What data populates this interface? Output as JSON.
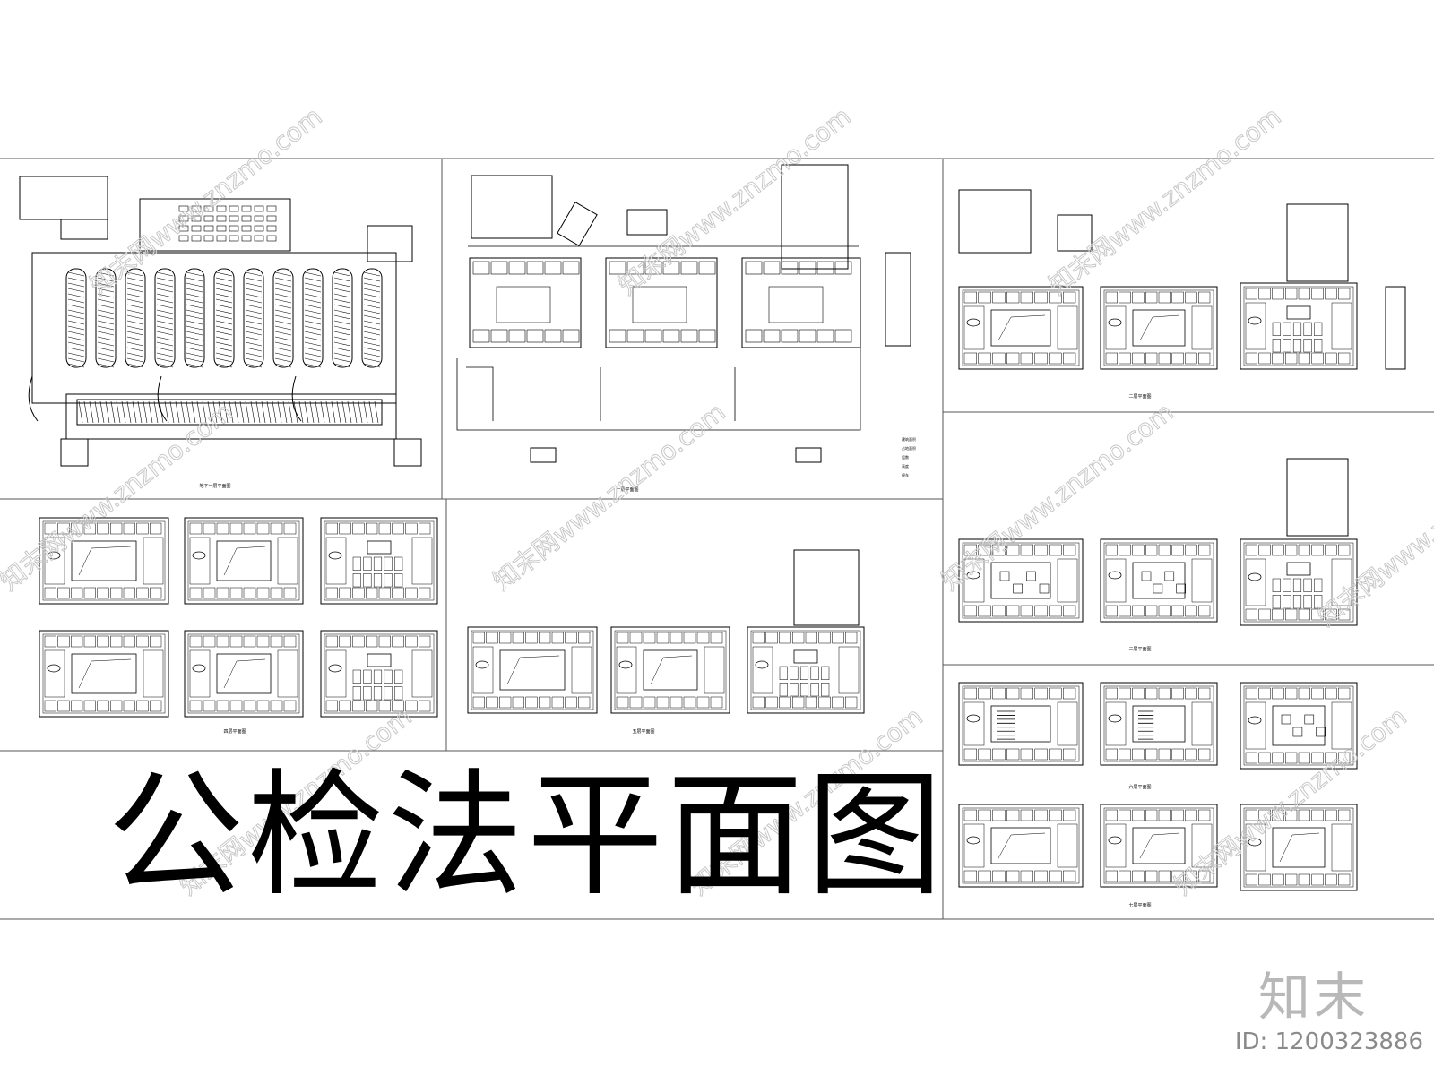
{
  "title": "公检法平面图",
  "brand": "知末",
  "image_id": "ID: 1200323886",
  "watermark_text": "知末网www.znzmo.com",
  "panels": {
    "basement": {
      "caption": "地下一层平面图"
    },
    "ground": {
      "caption": "一层平面图"
    },
    "upper_right": {
      "caption": "二层平面图"
    },
    "middle_right": {
      "caption": "三层平面图"
    },
    "lower_left": {
      "caption": "四层平面图"
    },
    "lower_mid": {
      "caption": "五层平面图"
    },
    "lower_right_a": {
      "caption": "六层平面图"
    },
    "lower_right_b": {
      "caption": "七层平面图"
    }
  },
  "site_notes": [
    "建筑面积",
    "占地面积",
    "层数",
    "高度",
    "停车"
  ],
  "colors": {
    "line": "#000000",
    "watermark": "#c8c8c8",
    "brand": "#b8b8b8"
  }
}
